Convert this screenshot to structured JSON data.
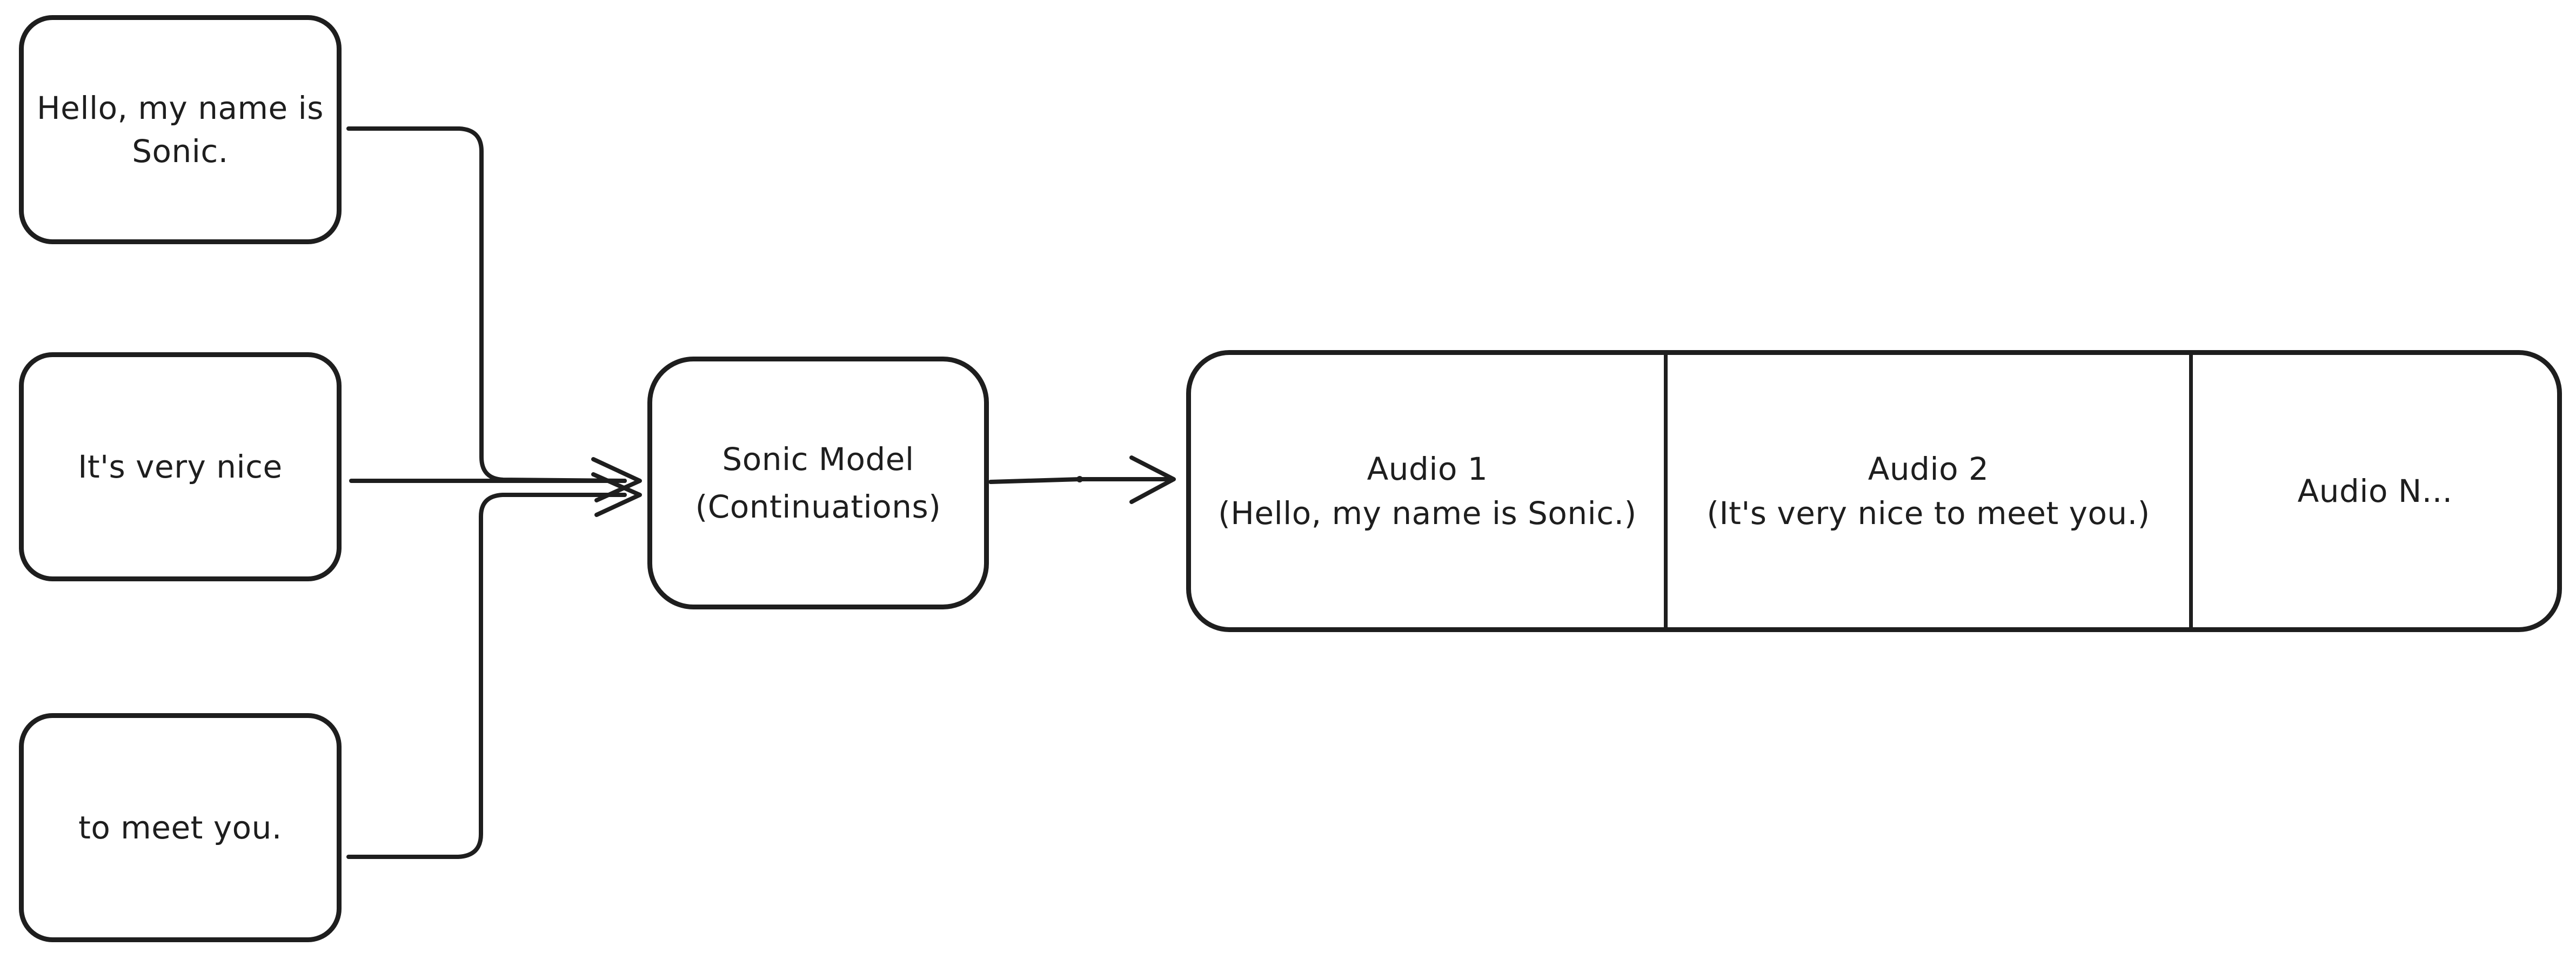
{
  "canvas": {
    "background_color": "#ffffff",
    "stroke_color": "#1e1e1e",
    "style": "hand-drawn-diagram"
  },
  "prompt_boxes": [
    {
      "id": "prompt-1",
      "lines": [
        "Hello, my name is",
        "Sonic."
      ]
    },
    {
      "id": "prompt-2",
      "lines": [
        "It's very nice"
      ]
    },
    {
      "id": "prompt-3",
      "lines": [
        "to meet you."
      ]
    }
  ],
  "model_box": {
    "id": "model",
    "lines": [
      "Sonic Model",
      "(Continuations)"
    ]
  },
  "output_box": {
    "id": "outputs",
    "sections": [
      {
        "lines": [
          "Audio 1",
          "(Hello, my name is Sonic.)"
        ]
      },
      {
        "lines": [
          "Audio 2",
          "(It's very nice to meet you.)"
        ]
      },
      {
        "lines": [
          "Audio N..."
        ]
      }
    ]
  },
  "edges": [
    {
      "from": "prompt-1",
      "to": "model"
    },
    {
      "from": "prompt-2",
      "to": "model"
    },
    {
      "from": "prompt-3",
      "to": "model"
    },
    {
      "from": "model",
      "to": "outputs"
    }
  ]
}
